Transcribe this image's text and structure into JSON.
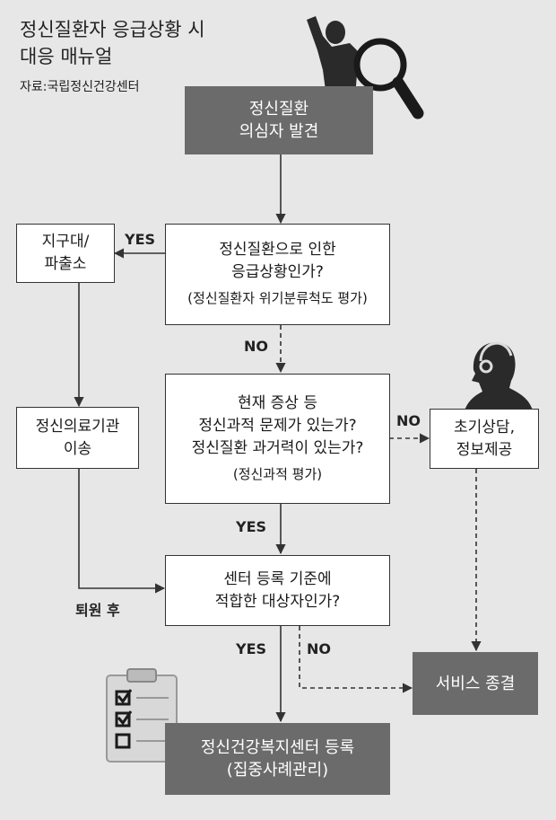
{
  "header": {
    "title_line1": "정신질환자 응급상황 시",
    "title_line2": "대응 매뉴얼",
    "source": "자료:국립정신건강센터"
  },
  "nodes": {
    "suspect": [
      "정신질환",
      "의심자 발견"
    ],
    "q_emergency": [
      "정신질환으로 인한",
      "응급상황인가?"
    ],
    "q_emergency_note": "(정신질환자 위기분류척도 평가)",
    "police": [
      "지구대/",
      "파출소"
    ],
    "hospital": [
      "정신의료기관",
      "이송"
    ],
    "q_symptom": [
      "현재 증상 등",
      "정신과적 문제가 있는가?",
      "정신질환 과거력이 있는가?"
    ],
    "q_symptom_note": "(정신과적 평가)",
    "counsel": [
      "초기상담,",
      "정보제공"
    ],
    "q_center": [
      "센터 등록 기준에",
      "적합한 대상자인가?"
    ],
    "register": [
      "정신건강복지센터 등록",
      "(집중사례관리)"
    ],
    "end": "서비스 종결"
  },
  "edge_labels": {
    "yes_police": "YES",
    "no_symptom": "NO",
    "no_counsel": "NO",
    "yes_center": "YES",
    "discharge": "퇴원 후",
    "yes_register": "YES",
    "no_end": "NO"
  },
  "colors": {
    "background": "#e7e7e7",
    "dark_box": "#6b6b6b",
    "line": "#333333"
  },
  "icons": [
    "person-silhouette-icon",
    "magnifier-icon",
    "headset-person-icon",
    "clipboard-checklist-icon"
  ]
}
